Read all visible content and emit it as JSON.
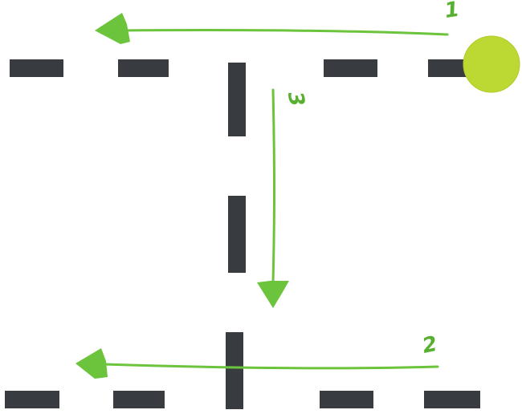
{
  "diagram": {
    "step_labels": {
      "step_1": "1",
      "step_2": "2",
      "step_3": "3"
    },
    "colors": {
      "dash": "#383c40",
      "arrow": "#6cc43c",
      "label": "#58b030",
      "ball": "#bcd832"
    }
  }
}
